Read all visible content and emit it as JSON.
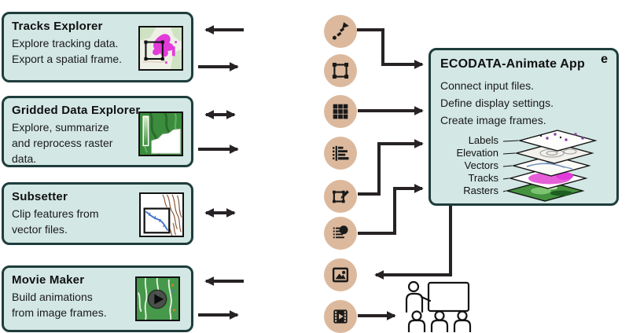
{
  "boxes": [
    {
      "title": "Tracks Explorer",
      "lines": [
        "Explore tracking data.",
        "Export a spatial frame."
      ]
    },
    {
      "title": "Gridded Data Explorer",
      "lines": [
        "Explore, summarize",
        "and reprocess raster",
        "data."
      ]
    },
    {
      "title": "Subsetter",
      "lines": [
        "Clip features from",
        "vector files."
      ]
    },
    {
      "title": "Movie Maker",
      "lines": [
        "Build animations",
        "from image frames."
      ]
    }
  ],
  "app_box": {
    "title": "ECODATA-Animate App",
    "panel_label": "e",
    "lines": [
      "Connect input files.",
      "Define display settings.",
      "Create image frames."
    ],
    "layers": [
      "Labels",
      "Elevation",
      "Vectors",
      "Tracks",
      "Rasters"
    ]
  },
  "icons": [
    {
      "name": "tracking-route-icon"
    },
    {
      "name": "spatial-frame-icon"
    },
    {
      "name": "raster-grid-icon"
    },
    {
      "name": "summary-bars-icon"
    },
    {
      "name": "frame-edit-icon"
    },
    {
      "name": "settings-list-icon"
    },
    {
      "name": "image-frames-icon"
    },
    {
      "name": "film-animation-icon"
    },
    {
      "name": "presentation-audience-icon"
    }
  ],
  "colors": {
    "box_fill": "#d3e7e4",
    "box_border": "#1e3d3c",
    "icon_circle": "#dcb99d",
    "arrow": "#262225",
    "track_magenta": "#e23bd9",
    "raster_green": "#3e8e41",
    "vector_blue": "#3f72c8",
    "contour_brown": "#8a5a3c",
    "label_purple": "#8b3fa8"
  }
}
